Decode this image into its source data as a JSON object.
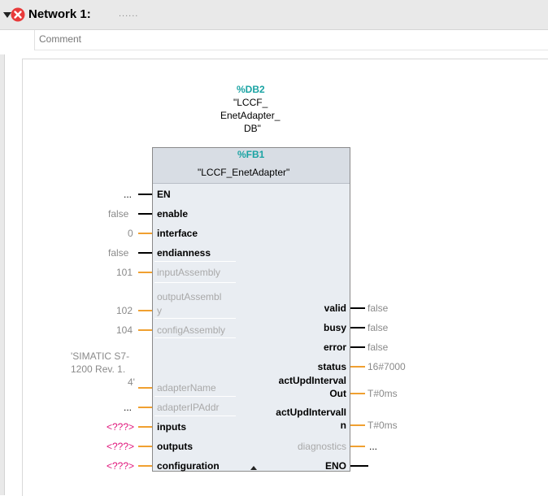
{
  "network": {
    "title": "Network 1:",
    "title_dots": "......",
    "comment_placeholder": "Comment"
  },
  "instance_db": {
    "address": "%DB2",
    "name_lines": [
      "\"LCCF_",
      "EnetAdapter_",
      "DB\""
    ]
  },
  "function_block": {
    "address": "%FB1",
    "name": "\"LCCF_EnetAdapter\""
  },
  "inputs": [
    {
      "name": "EN",
      "value": "...",
      "wire": "black"
    },
    {
      "name": "enable",
      "value": "false",
      "wire": "black"
    },
    {
      "name": "interface",
      "value": "0",
      "wire": "orange"
    },
    {
      "name": "endianness",
      "value": "false",
      "wire": "black"
    },
    {
      "name": "inputAssembly",
      "value": "101",
      "wire": "orange"
    },
    {
      "name_lines": [
        "outputAssembl",
        "y"
      ],
      "value": "102",
      "wire": "orange"
    },
    {
      "name": "configAssembly",
      "value": "104",
      "wire": "orange"
    },
    {
      "name": "adapterName",
      "value_lines": [
        "'SIMATIC S7-",
        "1200 Rev. 1.",
        "4'"
      ],
      "wire": "orange"
    },
    {
      "name": "adapterIPAddr",
      "value": "...",
      "wire": "orange"
    },
    {
      "name": "inputs",
      "value": "<???>",
      "wire": "orange"
    },
    {
      "name": "outputs",
      "value": "<???>",
      "wire": "orange"
    },
    {
      "name": "configuration",
      "value": "<???>",
      "wire": "orange"
    }
  ],
  "outputs": [
    {
      "name": "valid",
      "value": "false"
    },
    {
      "name": "busy",
      "value": "false"
    },
    {
      "name": "error",
      "value": "false"
    },
    {
      "name": "status",
      "value": "16#7000"
    },
    {
      "name_lines": [
        "actUpdInterval",
        "Out"
      ],
      "value": "T#0ms"
    },
    {
      "name_lines": [
        "actUpdIntervalI",
        "n"
      ],
      "value": "T#0ms"
    },
    {
      "name": "diagnostics",
      "value": "..."
    },
    {
      "name": "ENO",
      "value": ""
    }
  ],
  "colors": {
    "teal": "#1aa3a3",
    "wire_orange": "#f0a030",
    "error_red": "#e83a3a",
    "unassigned_pink": "#e0147a"
  },
  "icons": [
    "collapse-triangle-icon",
    "error-icon",
    "expand-chevron-up-icon"
  ]
}
